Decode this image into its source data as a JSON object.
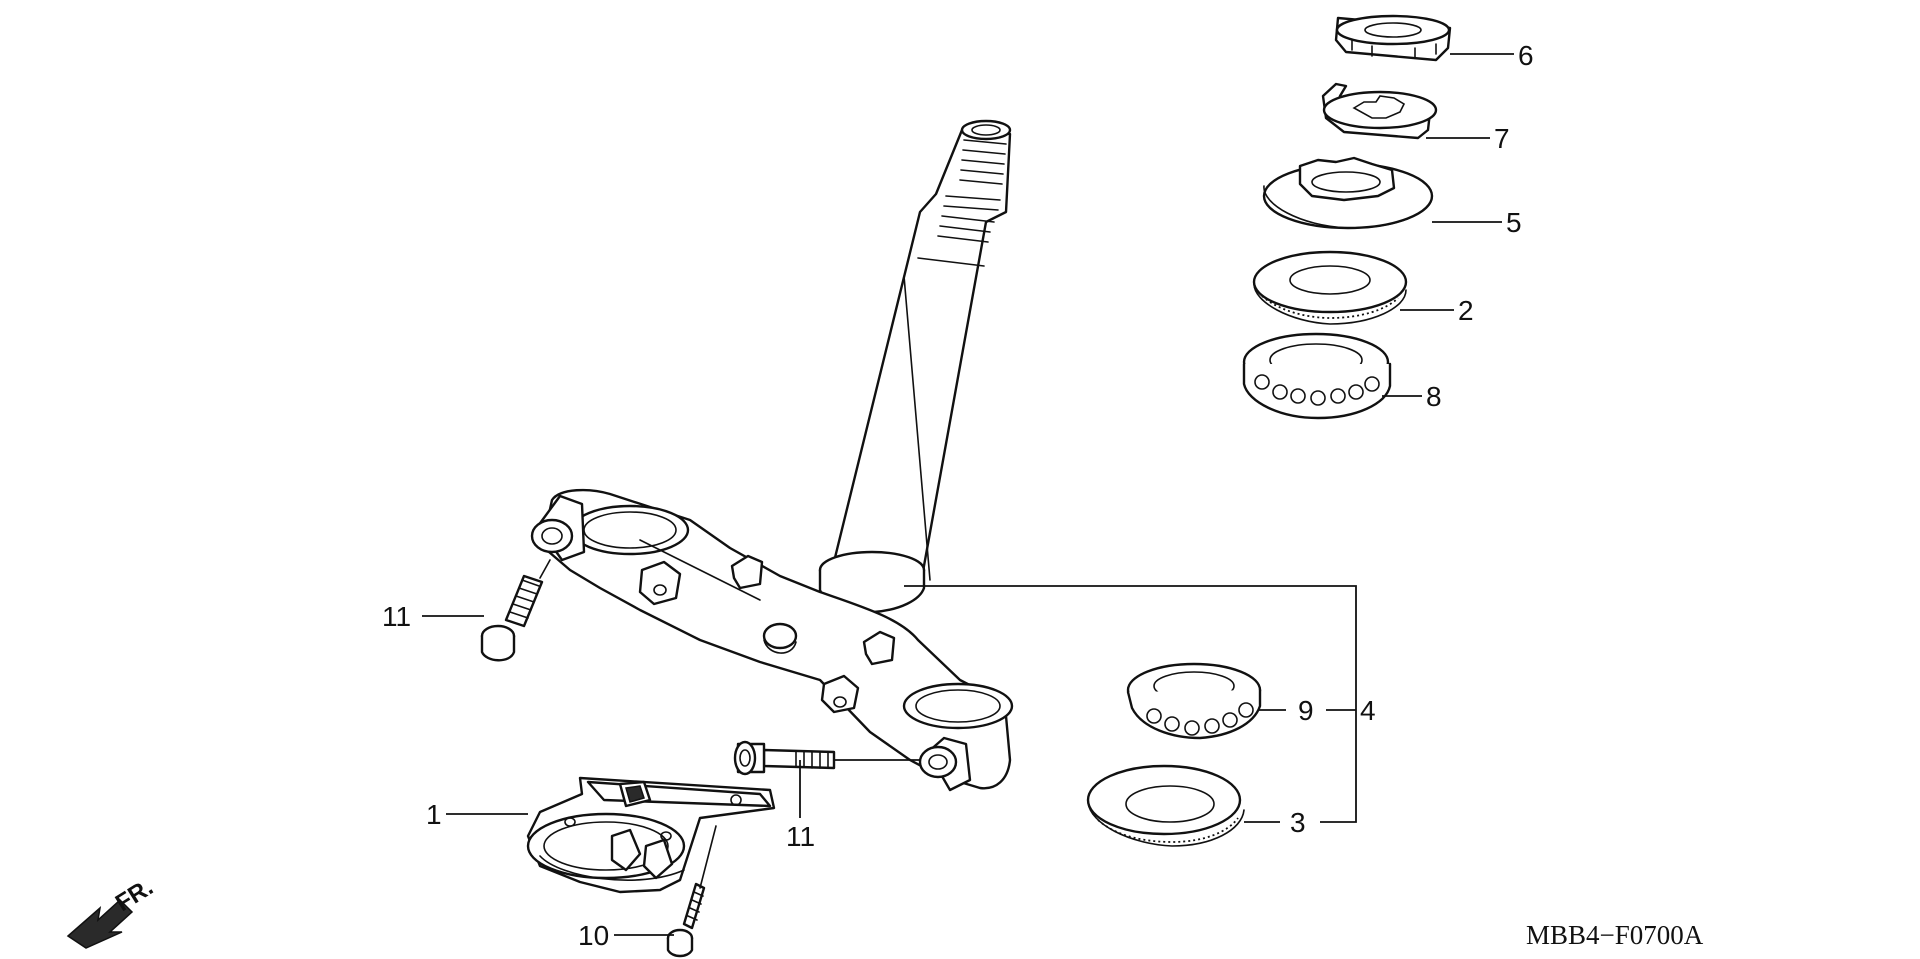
{
  "callouts": [
    {
      "id": "6",
      "label": "6"
    },
    {
      "id": "7",
      "label": "7"
    },
    {
      "id": "5",
      "label": "5"
    },
    {
      "id": "2",
      "label": "2"
    },
    {
      "id": "8",
      "label": "8"
    },
    {
      "id": "11a",
      "label": "11"
    },
    {
      "id": "9",
      "label": "9"
    },
    {
      "id": "4",
      "label": "4"
    },
    {
      "id": "3",
      "label": "3"
    },
    {
      "id": "1",
      "label": "1"
    },
    {
      "id": "11b",
      "label": "11"
    },
    {
      "id": "10",
      "label": "10"
    }
  ],
  "direction": {
    "label": "FR."
  },
  "diagram_code": "MBB4−F0700A"
}
